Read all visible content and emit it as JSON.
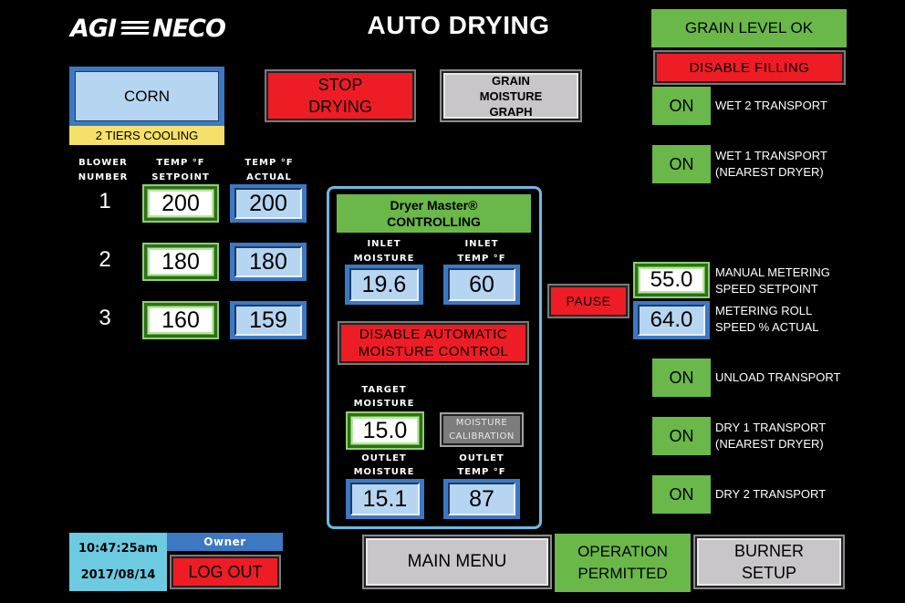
{
  "header": {
    "logo_left": "AGI",
    "logo_right": "NECO",
    "title": "AUTO DRYING"
  },
  "crop": {
    "name": "CORN",
    "cooling": "2 TIERS COOLING"
  },
  "buttons": {
    "stop_drying": [
      "STOP",
      "DRYING"
    ],
    "grain_moisture_graph": [
      "GRAIN",
      "MOISTURE",
      "GRAPH"
    ],
    "disable_filling": "DISABLE FILLING",
    "pause": "PAUSE",
    "disable_auto_moisture": [
      "DISABLE AUTOMATIC",
      "MOISTURE CONTROL"
    ],
    "moisture_calibration": [
      "MOISTURE",
      "CALIBRATION"
    ],
    "main_menu": "MAIN MENU",
    "burner_setup": [
      "BURNER",
      "SETUP"
    ],
    "log_out": "LOG OUT"
  },
  "status": {
    "grain_level": "GRAIN LEVEL OK",
    "operation": [
      "OPERATION",
      "PERMITTED"
    ]
  },
  "blowers": {
    "headers": {
      "number": [
        "BLOWER",
        "NUMBER"
      ],
      "setpoint": [
        "TEMP °F",
        "SETPOINT"
      ],
      "actual": [
        "TEMP °F",
        "ACTUAL"
      ]
    },
    "rows": [
      {
        "number": "1",
        "setpoint": "200",
        "actual": "200"
      },
      {
        "number": "2",
        "setpoint": "180",
        "actual": "180"
      },
      {
        "number": "3",
        "setpoint": "160",
        "actual": "159"
      }
    ]
  },
  "dryer_master": {
    "status": [
      "Dryer Master®",
      "CONTROLLING"
    ],
    "inlet_moisture_label": [
      "INLET",
      "MOISTURE"
    ],
    "inlet_moisture": "19.6",
    "inlet_temp_label": [
      "INLET",
      "TEMP °F"
    ],
    "inlet_temp": "60",
    "target_moisture_label": [
      "TARGET",
      "MOISTURE"
    ],
    "target_moisture": "15.0",
    "outlet_moisture_label": [
      "OUTLET",
      "MOISTURE"
    ],
    "outlet_moisture": "15.1",
    "outlet_temp_label": [
      "OUTLET",
      "TEMP °F"
    ],
    "outlet_temp": "87"
  },
  "metering": {
    "setpoint": "55.0",
    "setpoint_label": [
      "MANUAL METERING",
      "SPEED SETPOINT"
    ],
    "actual": "64.0",
    "actual_label": [
      "METERING ROLL",
      "SPEED % ACTUAL"
    ]
  },
  "transports": [
    {
      "state": "ON",
      "label": [
        "WET 2 TRANSPORT"
      ]
    },
    {
      "state": "ON",
      "label": [
        "WET 1 TRANSPORT",
        "(NEAREST DRYER)"
      ]
    },
    {
      "state": "ON",
      "label": [
        "UNLOAD TRANSPORT"
      ]
    },
    {
      "state": "ON",
      "label": [
        "DRY 1 TRANSPORT",
        "(NEAREST DRYER)"
      ]
    },
    {
      "state": "ON",
      "label": [
        "DRY 2 TRANSPORT"
      ]
    }
  ],
  "session": {
    "time": "10:47:25am",
    "date": "2017/08/14",
    "user": "Owner"
  },
  "colors": {
    "background": "#000000",
    "red": "#ee1c24",
    "green": "#6ab84a",
    "blue": "#3d78c3",
    "light_blue": "#b6d5f1",
    "yellow": "#f5e06a",
    "gray": "#c8c6c8",
    "cyan": "#6ccbe1"
  }
}
